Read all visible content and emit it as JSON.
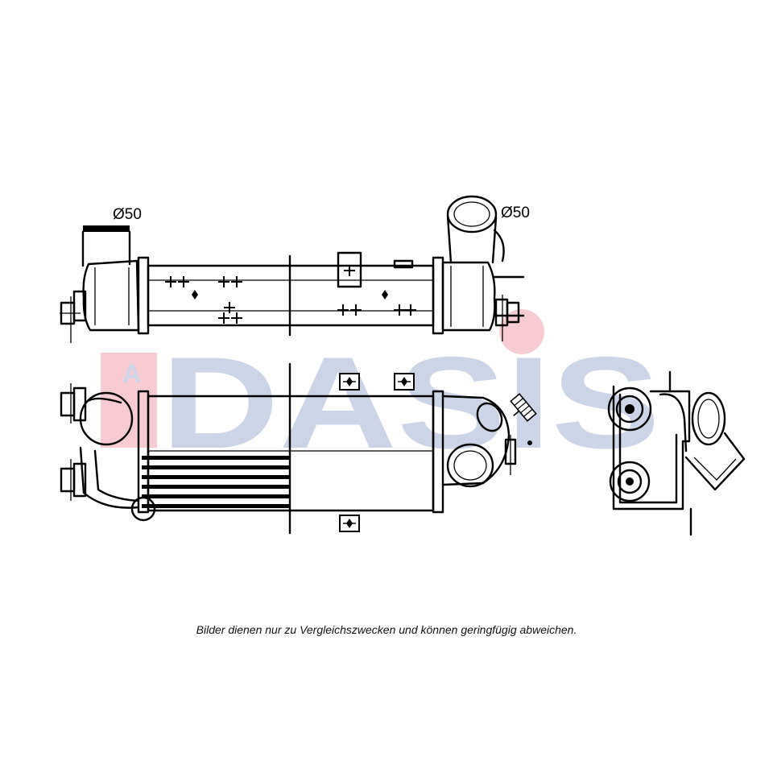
{
  "labels": {
    "inlet_diameter": "Ø50",
    "outlet_diameter": "Ø50"
  },
  "watermark": {
    "text": "DASIS",
    "prefix": "A",
    "colors": {
      "red": "#e2183c",
      "blue": "#1c3f94"
    }
  },
  "disclaimer": "Bilder dienen nur zu Vergleichszwecken und können geringfügig abweichen.",
  "icons": [
    "cross-mark-icon",
    "mount-bracket-icon",
    "pipe-clamp-icon"
  ]
}
